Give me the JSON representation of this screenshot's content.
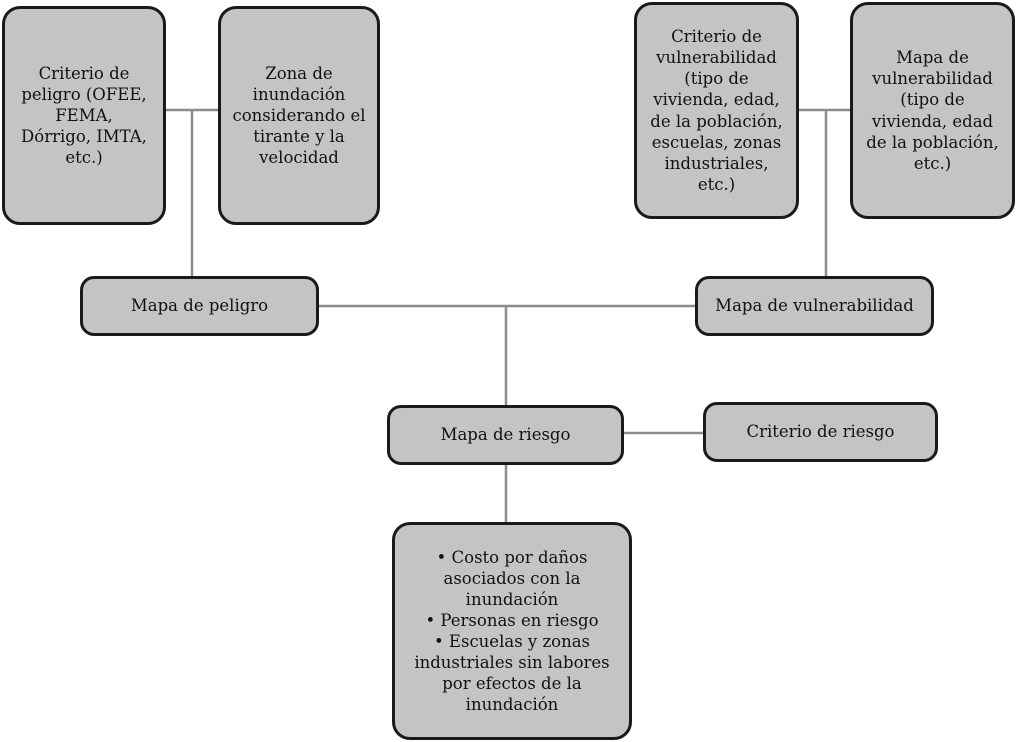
{
  "diagram": {
    "hazard_criteria": {
      "lines": [
        "Criterio de",
        "peligro (OFEE,",
        "FEMA,",
        "Dórrigo, IMTA,",
        "etc.)"
      ]
    },
    "flood_zone": {
      "lines": [
        "Zona de",
        "inundación",
        "considerando el",
        "tirante y la",
        "velocidad"
      ]
    },
    "vulnerability_criteria": {
      "lines": [
        "Criterio de",
        "vulnerabilidad",
        "(tipo de",
        "vivienda, edad,",
        "de la población,",
        "escuelas, zonas",
        "industriales,",
        "etc.)"
      ]
    },
    "vulnerability_map_detail": {
      "lines": [
        "Mapa de",
        "vulnerabilidad",
        "(tipo de",
        "vivienda, edad",
        "de la población,",
        "etc.)"
      ]
    },
    "hazard_map": {
      "label": "Mapa de peligro"
    },
    "vulnerability_map": {
      "label": "Mapa de vulnerabilidad"
    },
    "risk_map": {
      "label": "Mapa de riesgo"
    },
    "risk_criteria": {
      "label": "Criterio de riesgo"
    },
    "outcomes": {
      "lines": [
        "• Costo por daños",
        "asociados con la",
        "inundación",
        "• Personas en riesgo",
        "• Escuelas y zonas",
        "industriales sin labores",
        "por efectos de la",
        "inundación"
      ]
    },
    "colors": {
      "box_fill": "#c4c4c4",
      "box_border": "#1a1a1a",
      "connector": "#8c8c8c",
      "text": "#111111"
    }
  }
}
